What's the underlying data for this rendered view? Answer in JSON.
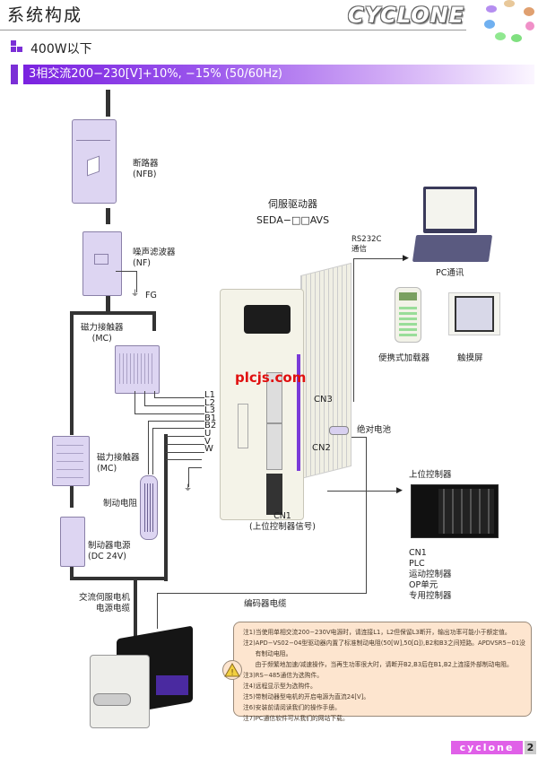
{
  "header": {
    "title": "系统构成",
    "brand": "CYCLONE",
    "brand_dot_colors": [
      "#b58ef0",
      "#e8c89a",
      "#e0a070",
      "#70b0f0",
      "#f090c8",
      "#90e890",
      "#80e080"
    ]
  },
  "section": {
    "subtitle": "400W以下",
    "power_spec": "3相交流200−230[V]+10%, −15% (50/60Hz)"
  },
  "components": {
    "nfb": {
      "name": "断路器",
      "code": "(NFB)"
    },
    "nf": {
      "name": "噪声滤波器",
      "code": "(NF)",
      "ground": "FG"
    },
    "mc1": {
      "name": "磁力接触器",
      "code": "(MC)"
    },
    "mc2": {
      "name": "磁力接触器",
      "code": "(MC)"
    },
    "brake_resistor": {
      "name": "制动电阻"
    },
    "brake_power": {
      "name": "制动器电源",
      "code": "(DC 24V)"
    },
    "motor_power_cable": {
      "line1": "交流伺服电机",
      "line2": "电源电缆"
    },
    "encoder_cable": "编码器电缆",
    "driver": {
      "name": "伺服驱动器",
      "model": "SEDA−□□AVS",
      "watermark": "plcjs.com"
    },
    "terminals": [
      "L1",
      "L2",
      "L3",
      "B1",
      "B2",
      "U",
      "V",
      "W"
    ],
    "cn3": "CN3",
    "cn2": "CN2",
    "cn1": {
      "label": "CN1",
      "desc": "(上位控制器信号)"
    },
    "battery": "绝对电池",
    "rs232": {
      "line1": "RS232C",
      "line2": "通信"
    },
    "pc": "PC通讯",
    "loader": "便携式加载器",
    "touch": "触摸屏",
    "host": {
      "title": "上位控制器",
      "items": [
        "CN1",
        "PLC",
        "运动控制器",
        "OP单元",
        "专用控制器"
      ]
    }
  },
  "notes": [
    "注1)当使用单相交流200−230V电源时，请连接L1，L2但保留L3断开，输出功率可能小于额定值。",
    "注2)APD−VS02−04型驱动器内置了标准制动电阻(50[W],50[Ω]),B2和B3之间短路。APDVSR5−01没",
    "　　有制动电阻。",
    "　　由于频繁地加速/减速操作，当再生功率很大时，请断开B2,B3后在B1,B2上连接外部制动电阻。",
    "注3)RS−485通信为选购件。",
    "注4)远程显示型为选购件。",
    "注5)带制动器型电机的开启电源为直流24[V]。",
    "注6)安装前请阅读我们的操作手册。",
    "注7)PC通信软件可从我们的网站下载。"
  ],
  "footer": {
    "brand": "cyclone",
    "page": "2"
  }
}
